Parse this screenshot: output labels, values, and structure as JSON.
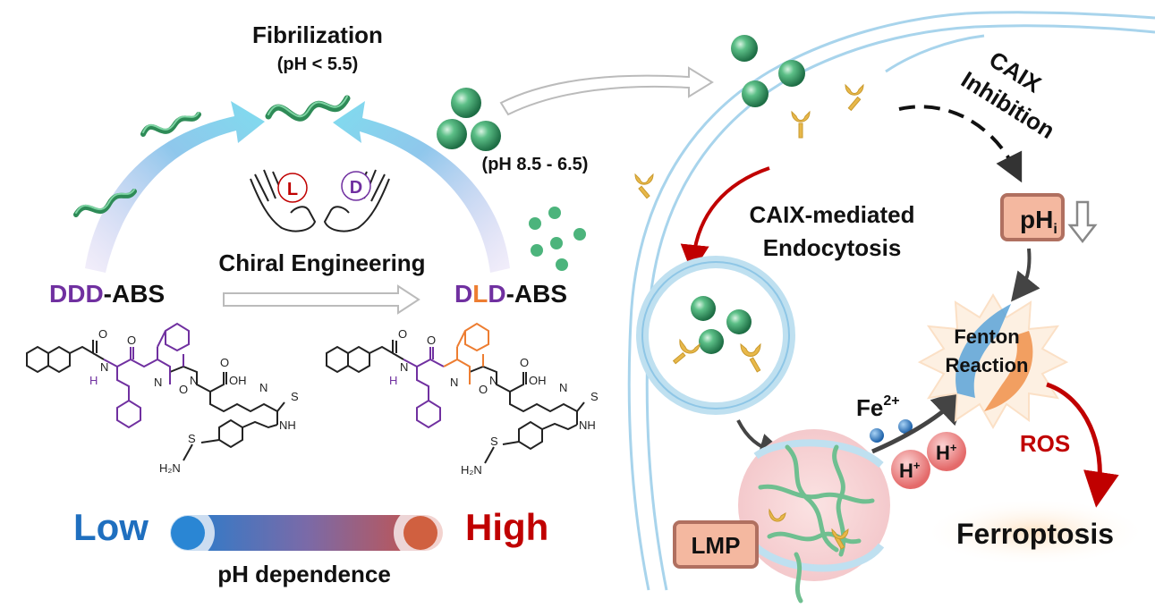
{
  "left": {
    "fibrilization_title": "Fibrilization",
    "fibrilization_ph": "(pH < 5.5)",
    "nanoparticle_ph": "(pH 8.5 - 6.5)",
    "hand_left_label": "L",
    "hand_right_label": "D",
    "chiral_title": "Chiral Engineering",
    "ddd_prefix": "DDD",
    "ddd_suffix": "-ABS",
    "dld_d1": "D",
    "dld_l": "L",
    "dld_d2": "D",
    "dld_suffix": "-ABS",
    "low_label": "Low",
    "high_label": "High",
    "ph_dependence": "pH dependence"
  },
  "chem": {
    "nh": "N",
    "h": "H",
    "o": "O",
    "oh": "OH",
    "s": "S",
    "nh2": "H₂N",
    "sulfonyl": "S",
    "nh_lower": "NH"
  },
  "right": {
    "caix_line1": "CAIX",
    "caix_line2": "Inhibition",
    "endocytosis_line1": "CAIX-mediated",
    "endocytosis_line2": "Endocytosis",
    "phi_base": "pH",
    "phi_sub": "i",
    "fenton_line1": "Fenton",
    "fenton_line2": "Reaction",
    "fe_base": "Fe",
    "fe_sup": "2+",
    "proton_base": "H",
    "proton_sup": "+",
    "ros": "ROS",
    "lmp": "LMP",
    "ferroptosis": "Ferroptosis"
  },
  "colors": {
    "purple": "#7030a0",
    "orange": "#ed7d31",
    "dark_red": "#c00000",
    "blue": "#1f6fbf",
    "fibril_green": "#2e8b57",
    "membrane": "#a8d4ec",
    "receptor": "#e8b84a",
    "ph_box": "#f4b8a0",
    "ph_box_border": "#b07060"
  }
}
